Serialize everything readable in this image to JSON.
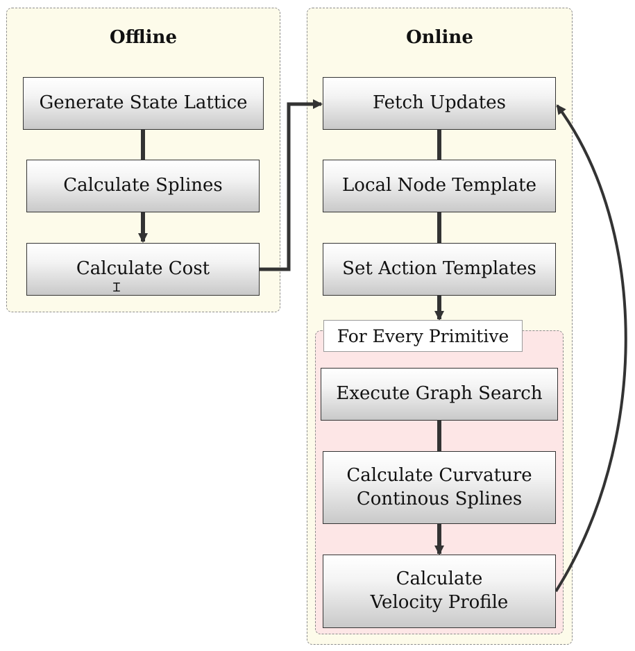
{
  "groups": {
    "offline": {
      "title": "Offline"
    },
    "online": {
      "title": "Online"
    },
    "primitive": {
      "title": "For Every Primitive"
    }
  },
  "nodes": {
    "generate_state_lattice": "Generate State Lattice",
    "calculate_splines": "Calculate Splines",
    "calculate_cost": "Calculate Cost",
    "fetch_updates": "Fetch Updates",
    "local_node_template": "Local Node Template",
    "set_action_templates": "Set Action Templates",
    "execute_graph_search": "Execute Graph Search",
    "calculate_curvature_line1": "Calculate Curvature",
    "calculate_curvature_line2": "Continous Splines",
    "calculate_velocity_line1": "Calculate",
    "calculate_velocity_line2": "Velocity Profile"
  },
  "colors": {
    "group_fill": "#fdfbea",
    "inner_group_fill": "#fde6e6",
    "edge": "#333333"
  }
}
